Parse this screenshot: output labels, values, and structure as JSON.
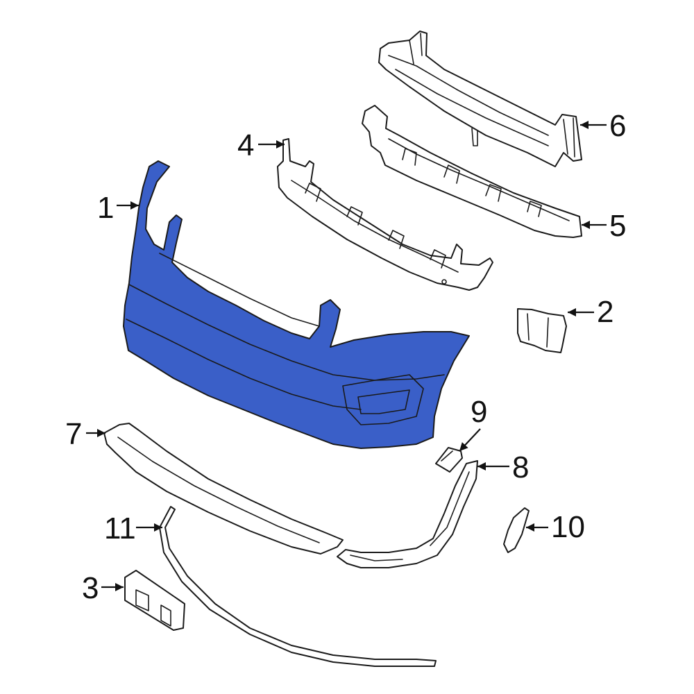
{
  "diagram": {
    "type": "exploded-parts-diagram",
    "highlight_color": "#3a5fc8",
    "outline_color": "#1a1a1a",
    "background_color": "#ffffff",
    "callouts": [
      {
        "id": "1",
        "label": "1",
        "part": "bumper-cover",
        "highlighted": true
      },
      {
        "id": "2",
        "label": "2",
        "part": "bracket",
        "highlighted": false
      },
      {
        "id": "3",
        "label": "3",
        "part": "license-plate-bracket",
        "highlighted": false
      },
      {
        "id": "4",
        "label": "4",
        "part": "energy-absorber",
        "highlighted": false
      },
      {
        "id": "5",
        "label": "5",
        "part": "absorber-upper",
        "highlighted": false
      },
      {
        "id": "6",
        "label": "6",
        "part": "reinforcement-bar",
        "highlighted": false
      },
      {
        "id": "7",
        "label": "7",
        "part": "lower-trim",
        "highlighted": false
      },
      {
        "id": "8",
        "label": "8",
        "part": "side-molding",
        "highlighted": false
      },
      {
        "id": "9",
        "label": "9",
        "part": "clip",
        "highlighted": false
      },
      {
        "id": "10",
        "label": "10",
        "part": "side-bracket",
        "highlighted": false
      },
      {
        "id": "11",
        "label": "11",
        "part": "lower-molding-strip",
        "highlighted": false
      }
    ]
  }
}
